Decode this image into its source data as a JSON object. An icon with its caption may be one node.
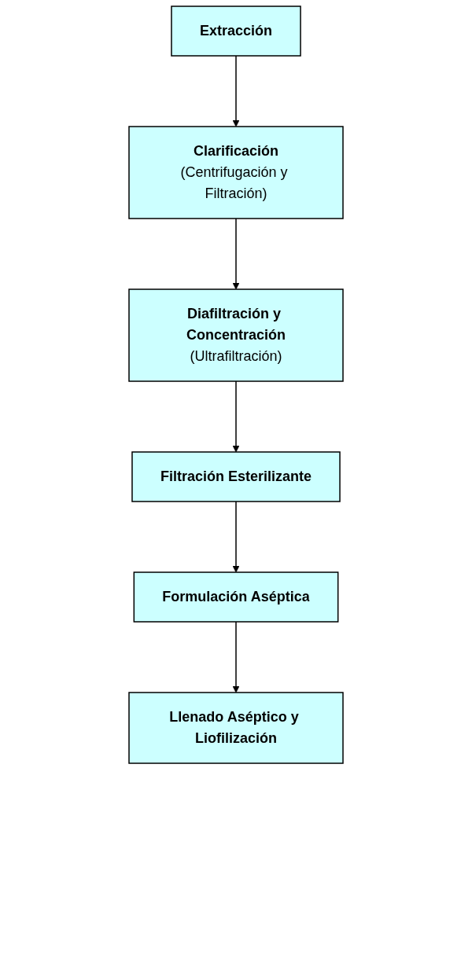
{
  "diagram": {
    "nodes": [
      {
        "text": [
          "Extracción"
        ]
      },
      {
        "text": [
          "Clarificación",
          "(Centrifugación y Filtración)"
        ]
      },
      {
        "text": [
          "Diafiltración y Concentración",
          "(Ultrafiltración)"
        ]
      },
      {
        "text": [
          "Filtración Esterilizante"
        ]
      },
      {
        "text": [
          "Formulación Aséptica"
        ]
      },
      {
        "text": [
          "Llenado Aséptico y Liofilización"
        ]
      }
    ],
    "edges": [
      {
        "from": 0,
        "to": 1,
        "arrow": "to"
      },
      {
        "from": 1,
        "to": 2,
        "arrow": "to"
      },
      {
        "from": 2,
        "to": 3,
        "arrow": "to"
      },
      {
        "from": 3,
        "to": 4,
        "arrow": "to"
      },
      {
        "from": 4,
        "to": 5,
        "arrow": "to"
      }
    ]
  }
}
